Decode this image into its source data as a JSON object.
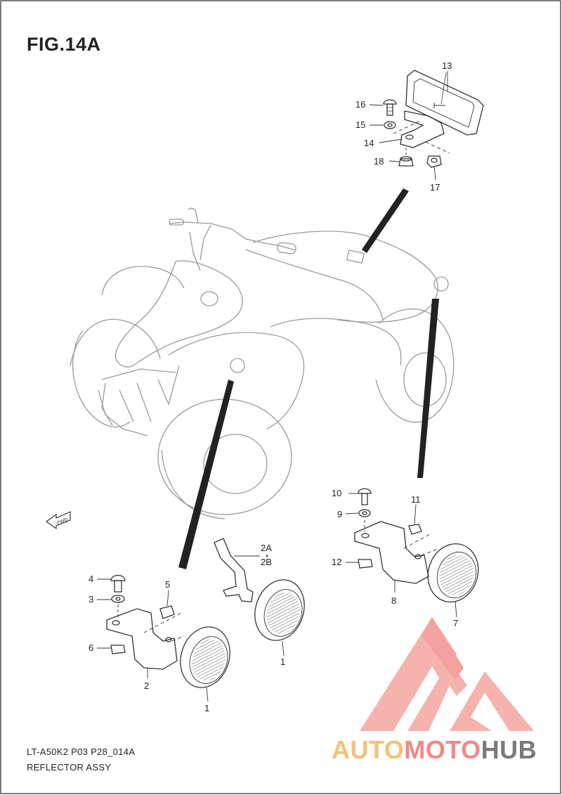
{
  "figure": {
    "title": "FIG.14A",
    "footer_code": "LT-A50K2 P03 P28_014A",
    "footer_title": "REFLECTOR ASSY"
  },
  "fwd_label": "FWD",
  "callouts": [
    {
      "id": "13",
      "text": "13"
    },
    {
      "id": "16",
      "text": "16"
    },
    {
      "id": "15",
      "text": "15"
    },
    {
      "id": "14",
      "text": "14"
    },
    {
      "id": "18",
      "text": "18"
    },
    {
      "id": "17",
      "text": "17"
    },
    {
      "id": "10",
      "text": "10"
    },
    {
      "id": "9",
      "text": "9"
    },
    {
      "id": "11",
      "text": "11"
    },
    {
      "id": "12",
      "text": "12"
    },
    {
      "id": "8",
      "text": "8"
    },
    {
      "id": "7",
      "text": "7"
    },
    {
      "id": "2A",
      "text": "2A"
    },
    {
      "id": "2B",
      "text": "2B"
    },
    {
      "id": "4",
      "text": "4"
    },
    {
      "id": "3",
      "text": "3"
    },
    {
      "id": "5",
      "text": "5"
    },
    {
      "id": "6",
      "text": "6"
    },
    {
      "id": "2",
      "text": "2"
    },
    {
      "id": "1a",
      "text": "1"
    },
    {
      "id": "1b",
      "text": "1"
    }
  ],
  "watermark": {
    "part1": "AUTO",
    "part2": "MOTO",
    "part3": "HUB",
    "color1": "#f5c078",
    "color2": "#f08a84",
    "color3": "#7a7a7a"
  }
}
